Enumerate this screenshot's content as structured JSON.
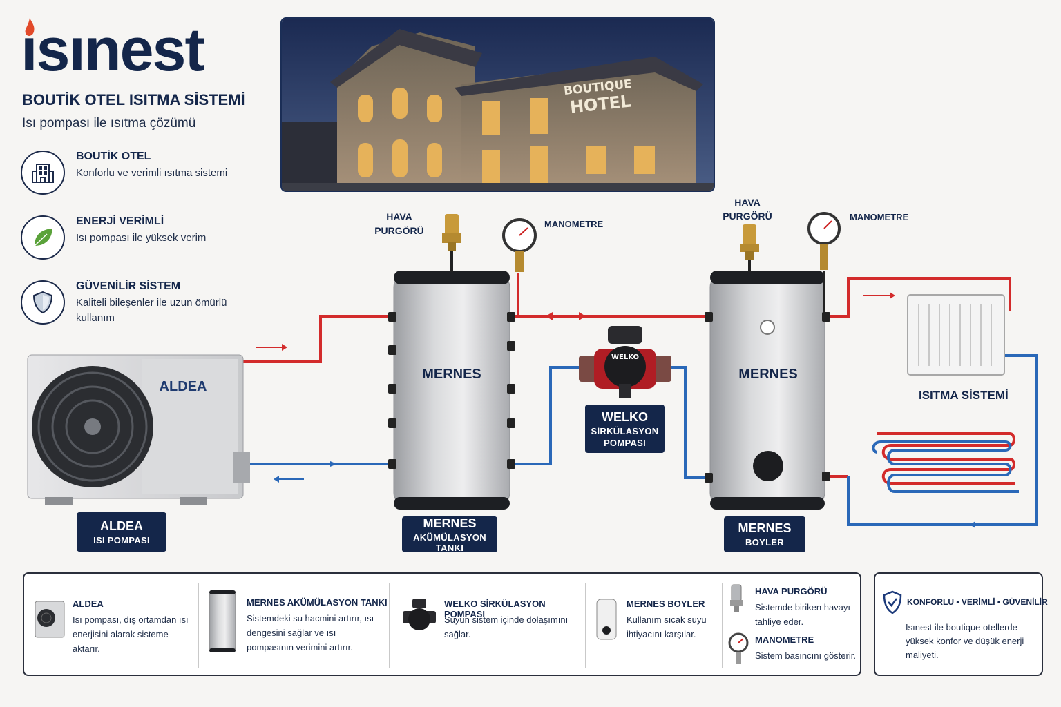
{
  "brand": {
    "name": "ısınest"
  },
  "header": {
    "title": "BOUTİK OTEL ISITMA SİSTEMİ",
    "subtitle": "Isı pompası ile ısıtma çözümü"
  },
  "features": [
    {
      "title": "BOUTİK OTEL",
      "text": "Konforlu ve verimli ısıtma sistemi",
      "icon": "hotel-building-icon"
    },
    {
      "title": "ENERJİ VERİMLİ",
      "text": "Isı pompası ile yüksek verim",
      "icon": "leaf-icon"
    },
    {
      "title": "GÜVENİLİR SİSTEM",
      "text": "Kaliteli bileşenler ile uzun ömürlü kullanım",
      "icon": "shield-icon"
    }
  ],
  "photo": {
    "sign_line1": "BOUTIQUE",
    "sign_line2": "HOTEL"
  },
  "diagram": {
    "air_vent_1": {
      "line1": "HAVA",
      "line2": "PURGÖRÜ"
    },
    "manometer_1": "MANOMETRE",
    "air_vent_2": {
      "line1": "HAVA",
      "line2": "PURGÖRÜ"
    },
    "manometer_2": "MANOMETRE",
    "heat_pump_unit_text": "ALDEA",
    "tank1_text": "MERNES",
    "tank2_text": "MERNES",
    "pump_body_text": "WELKO",
    "heating_system_label": "ISITMA SİSTEMİ",
    "labels": {
      "heat_pump": {
        "main": "ALDEA",
        "sub": "ISI POMPASI"
      },
      "buffer_tank": {
        "main": "MERNES",
        "sub": "AKÜMÜLASYON TANKI"
      },
      "circ_pump": {
        "main": "WELKO",
        "sub1": "SİRKÜLASYON",
        "sub2": "POMPASI"
      },
      "boiler": {
        "main": "MERNES",
        "sub": "BOYLER"
      }
    },
    "colors": {
      "hot": "#d32b2b",
      "cold": "#2a68b8",
      "navy": "#14264a"
    }
  },
  "legend": [
    {
      "title": "ALDEA",
      "text": "Isı pompası, dış ortamdan ısı enerjisini alarak sisteme aktarır."
    },
    {
      "title": "MERNES AKÜMÜLASYON TANKI",
      "text": "Sistemdeki su hacmini artırır, ısı dengesini sağlar ve ısı pompasının verimini artırır."
    },
    {
      "title": "WELKO SİRKÜLASYON POMPASI",
      "text": "Suyun sistem içinde dolaşımını sağlar."
    },
    {
      "title": "MERNES BOYLER",
      "text": "Kullanım sıcak suyu ihtiyacını karşılar."
    },
    {
      "title": "HAVA PURGÖRÜ",
      "text": "Sistemde biriken havayı tahliye eder."
    },
    {
      "title": "MANOMETRE",
      "text": "Sistem basıncını gösterir."
    }
  ],
  "summary": {
    "title": "KONFORLU • VERİMLİ • GÜVENİLİR",
    "text": "Isınest ile boutique otellerde yüksek konfor ve düşük enerji maliyeti."
  }
}
